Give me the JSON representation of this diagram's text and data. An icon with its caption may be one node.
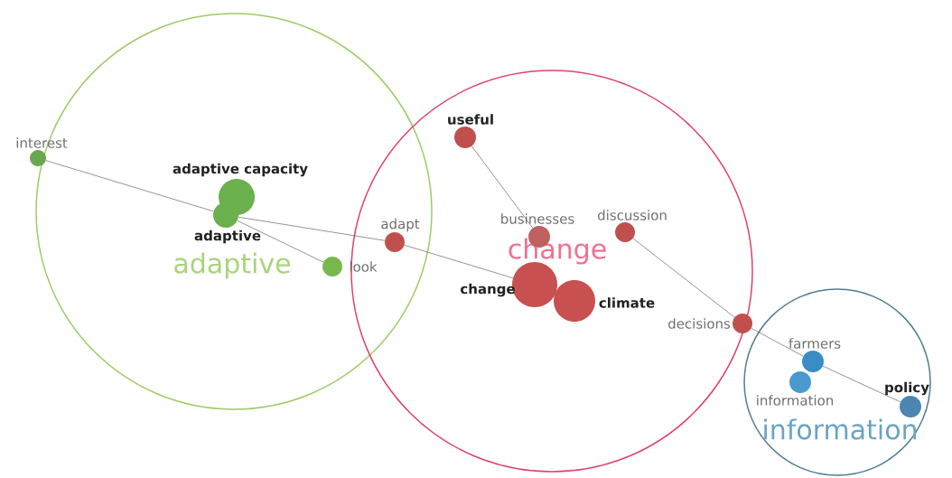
{
  "diagram": {
    "nodes": [
      {
        "text": [
          "adaptive"
        ]
      },
      {
        "text": [
          "interest"
        ]
      },
      {
        "text": [
          "adaptive capacity"
        ],
        "in": 0
      },
      {
        "text": [
          "adaptive"
        ],
        "in": 0
      },
      {
        "text": [
          "look"
        ],
        "in": 0
      },
      {
        "text": [
          "change"
        ]
      },
      {
        "text": [
          "useful"
        ],
        "in": 5
      },
      {
        "text": [
          "adapt"
        ]
      },
      {
        "text": [
          "businesses"
        ],
        "in": 5
      },
      {
        "text": [
          "discussion"
        ],
        "in": 5
      },
      {
        "text": [
          "change"
        ],
        "in": 5
      },
      {
        "text": [
          "climate"
        ],
        "in": 5
      },
      {
        "text": [
          "decisions"
        ],
        "in": 5
      },
      {
        "text": [
          "information"
        ]
      },
      {
        "text": [
          "farmers"
        ],
        "in": 13
      },
      {
        "text": [
          "information"
        ],
        "in": 13
      },
      {
        "text": [
          "policy"
        ],
        "in": 13
      }
    ],
    "edges": [
      {
        "from": 1,
        "to": 3,
        "arrow": "none"
      },
      {
        "from": 3,
        "to": 4,
        "arrow": "none"
      },
      {
        "from": 3,
        "to": 7,
        "arrow": "none"
      },
      {
        "from": 7,
        "to": 10,
        "arrow": "none"
      },
      {
        "from": 6,
        "to": 8,
        "arrow": "none"
      },
      {
        "from": 9,
        "to": 12,
        "arrow": "none"
      },
      {
        "from": 12,
        "to": 14,
        "arrow": "none"
      },
      {
        "from": 14,
        "to": 16,
        "arrow": "none"
      }
    ]
  }
}
